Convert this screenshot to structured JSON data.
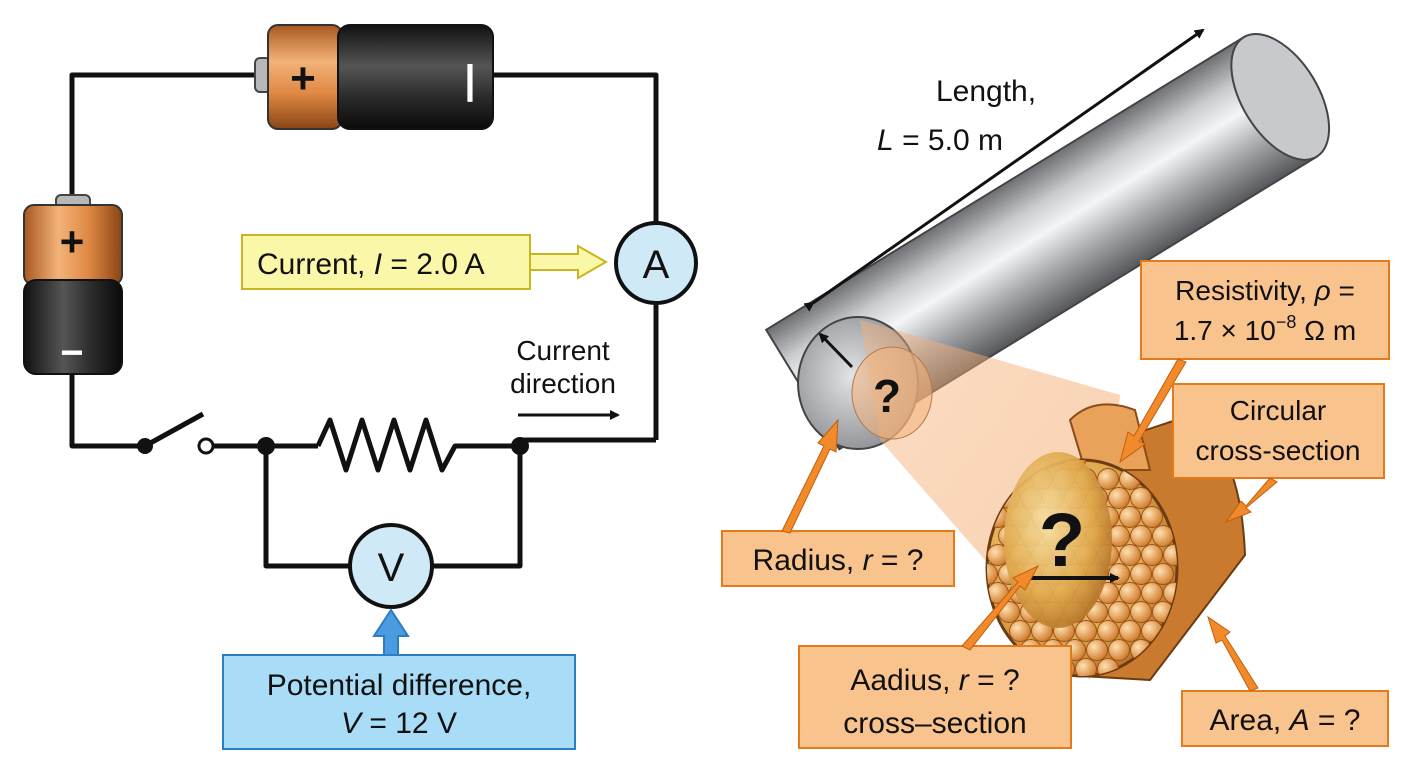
{
  "circuit": {
    "battery_top": {
      "plus": "+",
      "minus": "|"
    },
    "battery_left": {
      "plus": "+",
      "minus": "−"
    },
    "ammeter_symbol": "A",
    "voltmeter_symbol": "V",
    "current_label": {
      "prefix": "Current, ",
      "var": "I",
      "suffix": " = 2.0 A"
    },
    "direction_label": {
      "line1": "Current",
      "line2": "direction"
    },
    "pd_label": {
      "line1": "Potential difference,",
      "var": "V",
      "suffix": " = 12 V"
    }
  },
  "wire": {
    "length_label": {
      "line1": "Length,",
      "var": "L",
      "suffix": " = 5.0 m"
    },
    "unknown_end": "?",
    "unknown_cross_section": "?",
    "radius_label": {
      "prefix": "Radius, ",
      "var": "r",
      "suffix": " = ?"
    },
    "resistivity_label": {
      "prefix": "Resistivity, ",
      "var": "ρ",
      "suffix": " =",
      "line2_base": "1.7 × 10",
      "line2_exp": "−8",
      "line2_unit": " Ω m"
    },
    "cross_section_label": {
      "line1": "Circular",
      "line2": "cross-section"
    },
    "aadius_label": {
      "prefix": "Aadius, ",
      "var": "r",
      "suffix": " = ?",
      "line2": "cross–section"
    },
    "area_label": {
      "prefix": "Area, ",
      "var": "A",
      "suffix": " = ?"
    }
  },
  "colors": {
    "wire": "#111111",
    "current_box_fill": "#fbf7a9",
    "current_box_stroke": "#c9b421",
    "pd_box_fill": "#a9dcf6",
    "pd_box_stroke": "#2b7fbf",
    "orange_box_fill": "#f9c38d",
    "orange_box_stroke": "#e57a1a",
    "meter_fill": "#cfe9f7",
    "copper": "#e8a25a"
  }
}
